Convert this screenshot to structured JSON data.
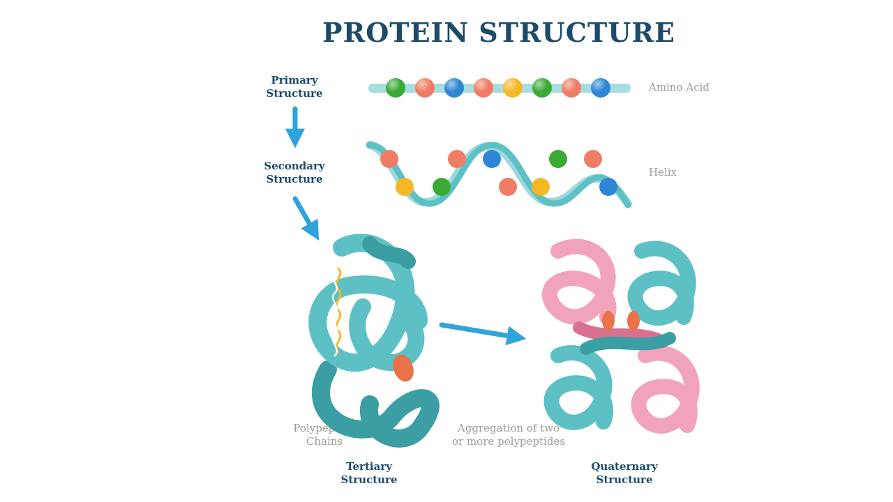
{
  "title": "PROTEIN STRUCTURE",
  "stages": {
    "primary": {
      "line1": "Primary",
      "line2": "Structure"
    },
    "secondary": {
      "line1": "Secondary",
      "line2": "Structure"
    },
    "tertiary": {
      "line1": "Tertiary",
      "line2": "Structure"
    },
    "quaternary": {
      "line1": "Quaternary",
      "line2": "Structure"
    }
  },
  "labels": {
    "amino_acid": "Amino Acid",
    "helix": "Helix",
    "polypeptide_line1": "Polypeptide",
    "polypeptide_line2": "Chains",
    "aggregation_line1": "Aggregation of two",
    "aggregation_line2": "or more polypeptides"
  },
  "colors": {
    "title": "#1b4a6b",
    "arrow": "#2fa3dc",
    "ribbon": "#5cc0c4",
    "ribbon_dark": "#3a9ea3",
    "pink": "#f0a3bb",
    "pink_dark": "#d9708f",
    "green": "#3aaa35",
    "salmon": "#ef7d65",
    "blue": "#2f86d6",
    "yellow": "#f5b724",
    "orange": "#e8734a"
  },
  "amino_acid_beads": [
    "green",
    "salmon",
    "blue",
    "salmon",
    "yellow",
    "green",
    "salmon",
    "blue"
  ]
}
